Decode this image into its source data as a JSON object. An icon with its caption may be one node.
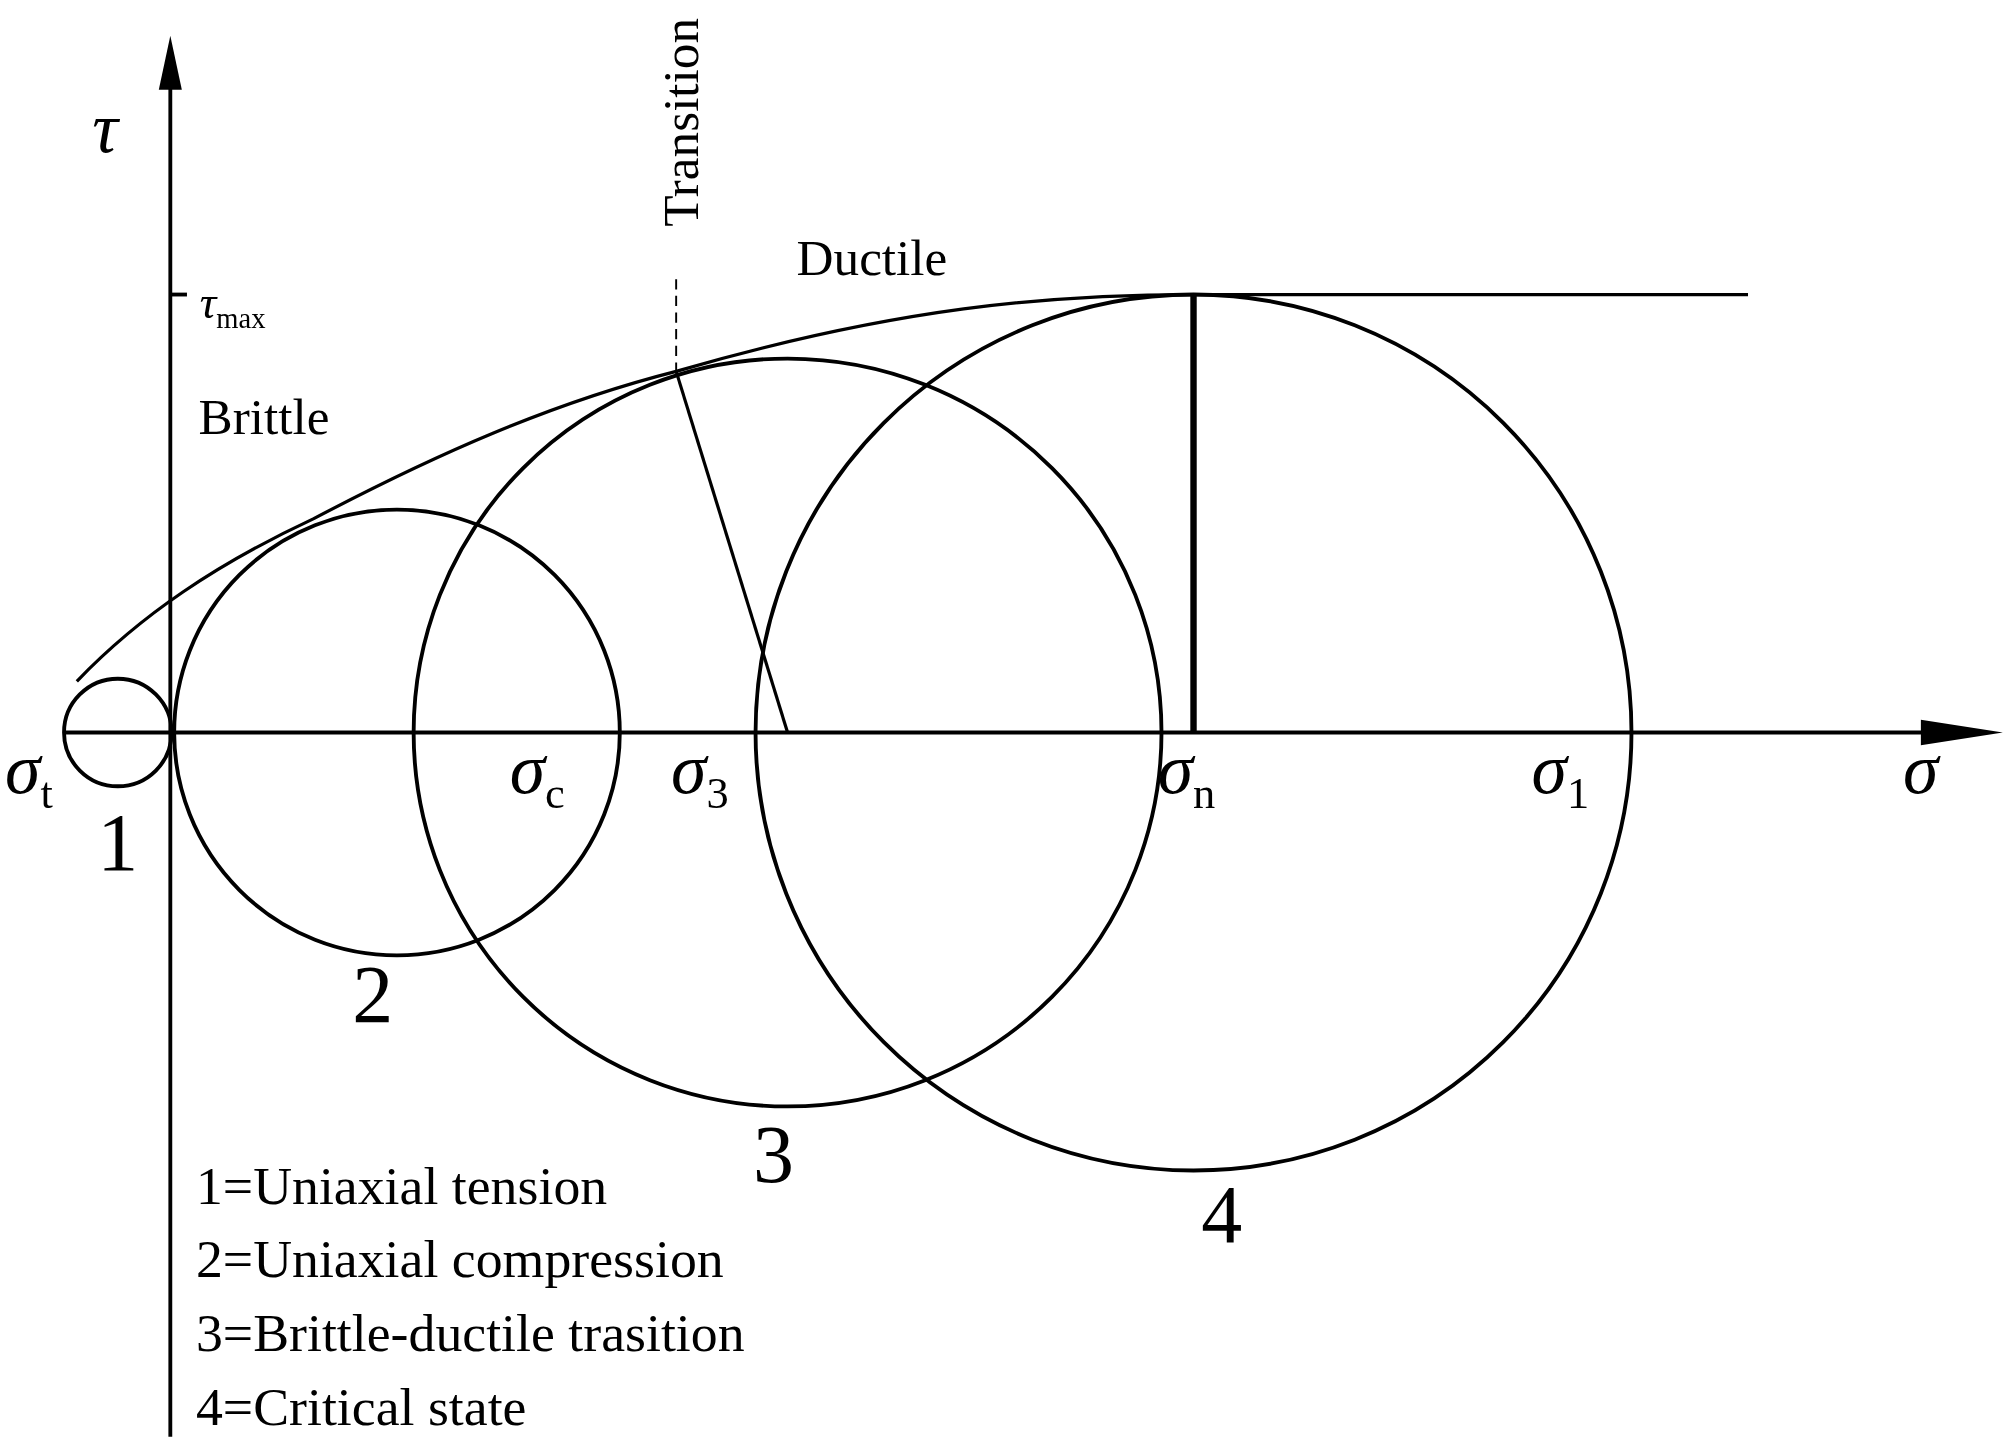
{
  "diagram": {
    "labels": [
      "τ",
      "Transition",
      "τ$_{max}$",
      "Ductile",
      "Brittle",
      "σ$_{t}$",
      "σ$_{c}$",
      "σ$_{3}$",
      "σ$_{n}$",
      "σ$_{1}$",
      "σ",
      "1",
      "2",
      "3",
      "4",
      "1=Uniaxial tension",
      "2=Uniaxial compression",
      "3=Brittle-ductile trasition",
      "4=Critical state"
    ]
  }
}
